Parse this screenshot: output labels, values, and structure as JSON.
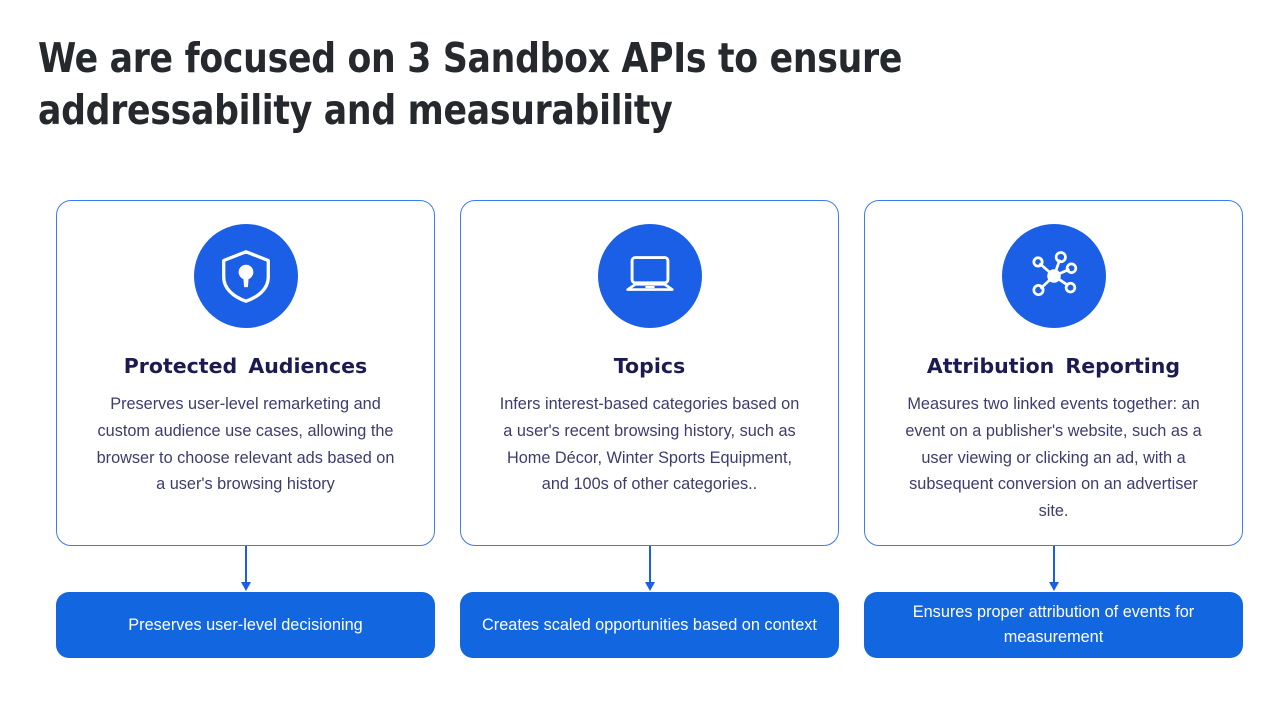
{
  "slide": {
    "title_lines": [
      "We are focused on 3 Sandbox APIs to ensure",
      "addressability and measurability"
    ],
    "title_color": "#25282c",
    "background": "#ffffff"
  },
  "theme": {
    "accent_blue": "#1b5fe6",
    "pill_blue": "#1266e0",
    "card_border": "#3d7bf0",
    "heading_navy": "#1b1b52",
    "body_navy": "#3c3c6e"
  },
  "cards": [
    {
      "icon": "shield-lock-icon",
      "title": "Protected Audiences",
      "body": "Preserves user-level remarketing and custom audience use cases, allowing the browser to choose relevant ads based on a user's browsing history",
      "outcome": "Preserves user-level decisioning"
    },
    {
      "icon": "laptop-icon",
      "title": "Topics",
      "body": "Infers interest-based categories based on a user's recent browsing history, such as Home Décor, Winter Sports Equipment, and 100s of other categories..",
      "outcome": "Creates scaled opportunities based on context"
    },
    {
      "icon": "network-nodes-icon",
      "title": "Attribution Reporting",
      "body": "Measures two linked events together: an event on a publisher's website, such as a user viewing or clicking an ad, with a subsequent conversion on an advertiser site.",
      "outcome": "Ensures proper attribution of events for measurement"
    }
  ]
}
